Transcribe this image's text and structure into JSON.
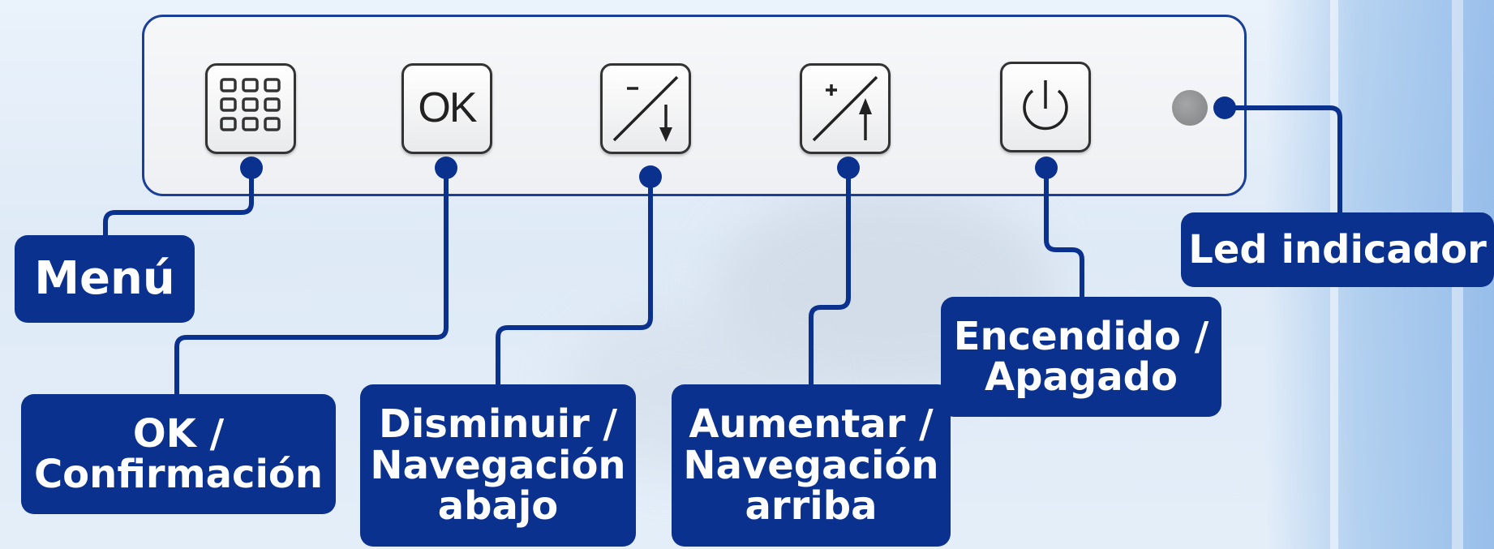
{
  "keys": [
    {
      "id": "menu",
      "icon": "grid-menu-icon"
    },
    {
      "id": "ok",
      "icon": "ok-icon",
      "text": "OK"
    },
    {
      "id": "minus",
      "icon": "minus-down-arrow-icon"
    },
    {
      "id": "plus",
      "icon": "plus-up-arrow-icon"
    },
    {
      "id": "power",
      "icon": "power-icon"
    }
  ],
  "led": {
    "color": "#8e9092"
  },
  "labels": {
    "menu": "Menú",
    "ok": {
      "line1": "OK /",
      "line2": "Confirmación"
    },
    "minus": {
      "line1": "Disminuir /",
      "line2": "Navegación",
      "line3": "abajo"
    },
    "plus": {
      "line1": "Aumentar /",
      "line2": "Navegación",
      "line3": "arriba"
    },
    "power": {
      "line1": "Encendido /",
      "line2": "Apagado"
    },
    "led": "Led indicador"
  },
  "colors": {
    "accent": "#0b318f",
    "panel_border": "#1a3f99"
  }
}
